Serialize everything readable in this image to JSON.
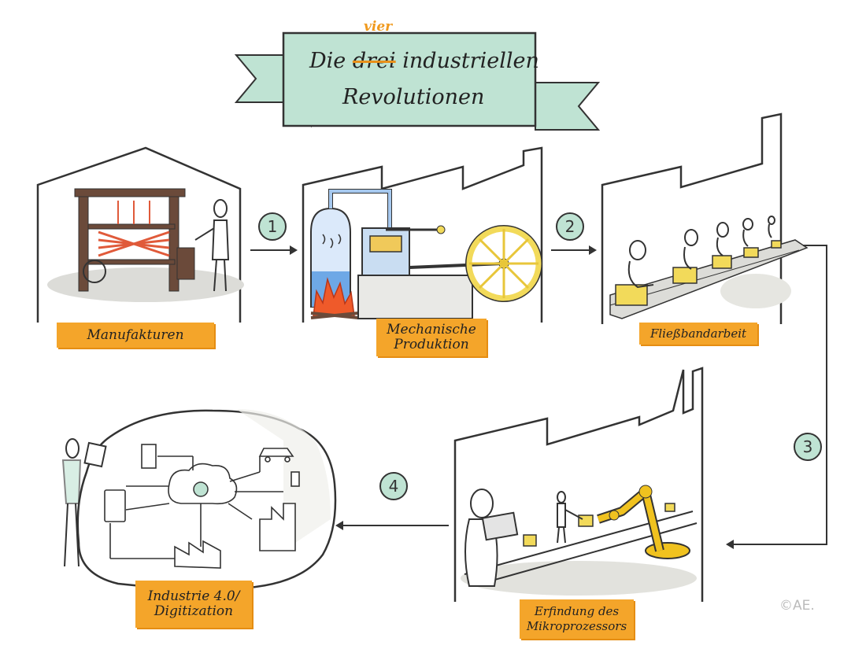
{
  "title": {
    "word_die": "Die",
    "word_struck": "drei",
    "word_inserted": "vier",
    "word_industriellen": "industriellen",
    "word_revolutionen": "Revolutionen"
  },
  "stages": [
    {
      "label_lines": [
        "Manufakturen"
      ]
    },
    {
      "label_lines": [
        "Mechanische",
        "Produktion"
      ]
    },
    {
      "label_lines": [
        "Fließbandarbeit"
      ]
    },
    {
      "label_lines": [
        "Erfindung des",
        "Mikroprozessors"
      ]
    },
    {
      "label_lines": [
        "Industrie 4.0/",
        "Digitization"
      ]
    }
  ],
  "steps": [
    "1",
    "2",
    "3",
    "4"
  ],
  "copyright": "©AE.",
  "colors": {
    "banner": "#bfe3d3",
    "label": "#f4a52a",
    "step_circle": "#bfe3d3",
    "wheel": "#f2da5a",
    "robot": "#f0c21f",
    "fire": "#ef5a2a",
    "water": "#6ea8e6",
    "outline": "#333333"
  }
}
